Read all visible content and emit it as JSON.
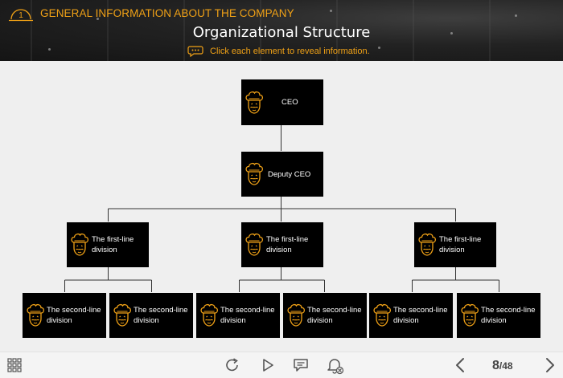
{
  "header": {
    "lesson_number": "1",
    "lesson_title": "GENERAL INFORMATION ABOUT THE COMPANY",
    "title": "Organizational Structure",
    "hint": "Click each element to reveal information."
  },
  "colors": {
    "accent": "#f0a116",
    "node_bg": "#000000",
    "stage_bg": "#efefef"
  },
  "org": {
    "ceo": "CEO",
    "deputy": "Deputy CEO",
    "first_line": [
      "The first-line division",
      "The first-line division",
      "The first-line division"
    ],
    "second_line": [
      "The second-line division",
      "The second-line division",
      "The second-line division",
      "The second-line division",
      "The second-line division",
      "The second-line division"
    ]
  },
  "toolbar": {
    "icons": [
      "grid-menu-icon",
      "replay-icon",
      "play-icon",
      "comment-icon",
      "bell-muted-icon",
      "prev-arrow-icon",
      "next-arrow-icon"
    ],
    "page_current": "8",
    "page_total": "/48"
  }
}
